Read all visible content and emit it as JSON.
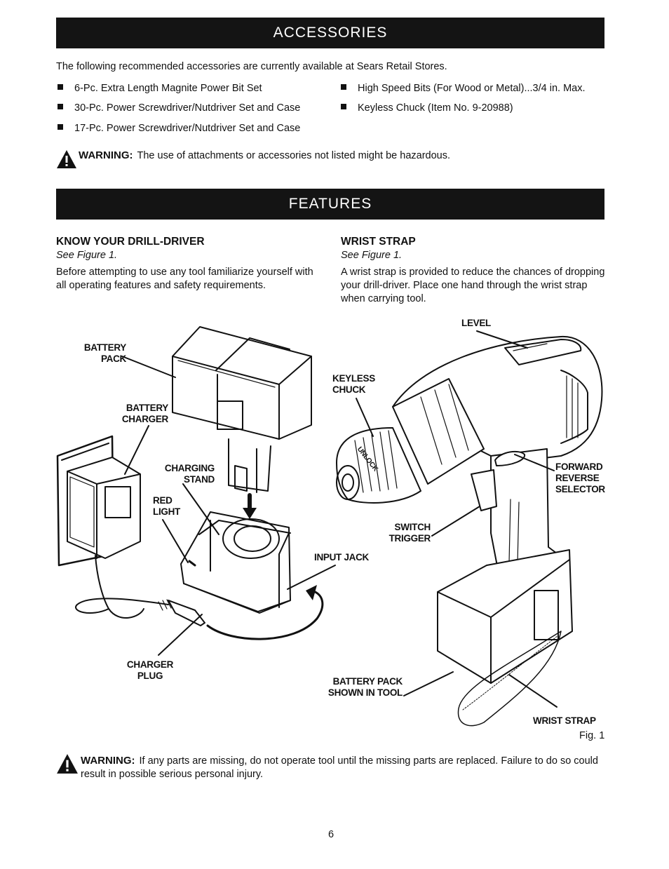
{
  "accessories": {
    "title": "ACCESSORIES",
    "intro": "The following recommended accessories are currently available at Sears Retail Stores.",
    "items_left": [
      "6-Pc. Extra Length Magnite Power Bit Set",
      "30-Pc. Power Screwdriver/Nutdriver Set and Case",
      "17-Pc. Power Screwdriver/Nutdriver Set and Case"
    ],
    "items_right": [
      "High Speed Bits (For Wood or Metal)...3/4 in. Max.",
      "Keyless Chuck (Item No. 9-20988)"
    ],
    "warning_label": "WARNING:",
    "warning_text": "The use of attachments or accessories not listed might be hazardous."
  },
  "features": {
    "title": "FEATURES",
    "know": {
      "heading": "KNOW YOUR DRILL-DRIVER",
      "see": "See Figure 1.",
      "body": "Before attempting to use any tool familiarize yourself with all operating features and safety requirements."
    },
    "strap": {
      "heading": "WRIST STRAP",
      "see": "See Figure 1.",
      "body": "A wrist strap is provided to reduce the chances of dropping your drill-driver. Place one hand through the wrist strap when carrying tool."
    }
  },
  "figure": {
    "labels": {
      "battery_pack": "BATTERY PACK",
      "battery_charger": "BATTERY CHARGER",
      "charging_stand": "CHARGING STAND",
      "red_light": "RED LIGHT",
      "charger_plug": "CHARGER PLUG",
      "input_jack": "INPUT JACK",
      "level": "LEVEL",
      "keyless_chuck": "KEYLESS CHUCK",
      "forward_reverse_selector": "FORWARD REVERSE SELECTOR",
      "switch_trigger": "SWITCH TRIGGER",
      "battery_pack_in_tool": "BATTERY PACK SHOWN IN TOOL",
      "wrist_strap": "WRIST STRAP",
      "chuck_text": "UNLOCK"
    },
    "caption": "Fig. 1"
  },
  "bottom_warning": {
    "label": "WARNING:",
    "text": "If any parts are missing, do not operate tool until the missing parts are replaced. Failure to do so could result in possible serious personal injury."
  },
  "page_number": "6"
}
